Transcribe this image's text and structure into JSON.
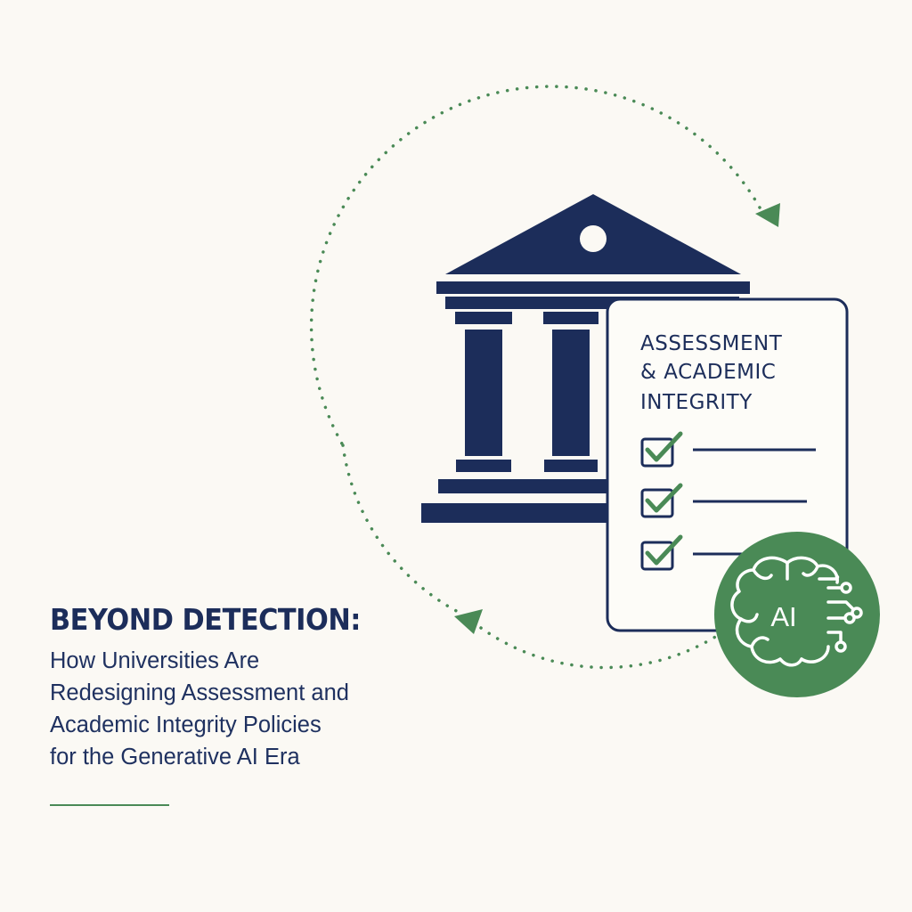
{
  "headline": "BEYOND DETECTION:",
  "subhead_lines": [
    "How Universities Are",
    "Redesigning Assessment and",
    "Academic Integrity Policies",
    "for the Generative AI Era"
  ],
  "card": {
    "title_lines": [
      "ASSESSMENT",
      "& ACADEMIC",
      "INTEGRITY"
    ]
  },
  "ai_badge": {
    "label": "AI"
  },
  "colors": {
    "navy": "#1c2d5a",
    "green": "#4a8a56",
    "background": "#fbf9f4"
  }
}
